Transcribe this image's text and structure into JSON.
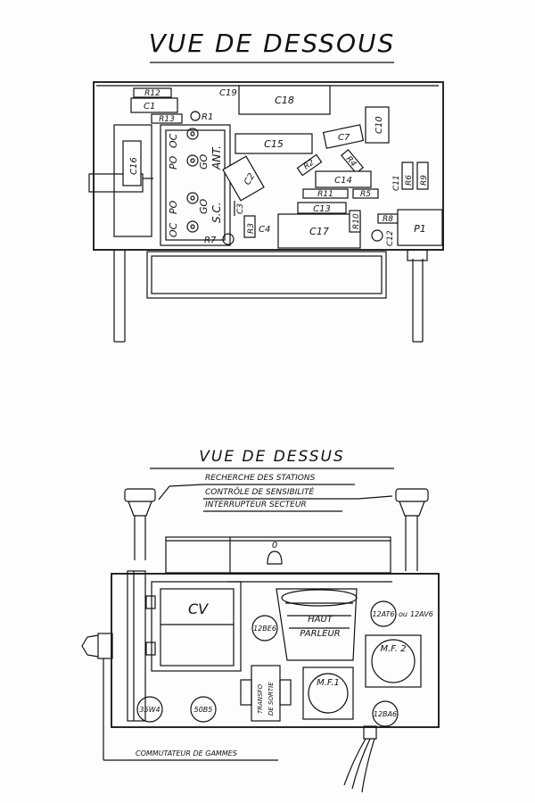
{
  "top": {
    "title": "VUE DE DESSOUS",
    "components": {
      "r12": "R12",
      "c1": "C1",
      "r13": "R13",
      "r1": "R1",
      "c19": "C19",
      "c18": "C18",
      "c10": "C10",
      "c7": "C7",
      "c15": "C15",
      "c16": "C16",
      "c2": "C2",
      "r2": "R2",
      "r4": "R4",
      "c14": "C14",
      "c11": "C11",
      "r6": "R6",
      "r9": "R9",
      "r11": "R11",
      "r5": "R5",
      "c13": "C13",
      "c3": "C3",
      "r3": "R3",
      "c4": "C4",
      "c17": "C17",
      "r10": "R10",
      "r8": "R8",
      "p1": "P1",
      "c12": "C12",
      "r7": "R7"
    },
    "switch": {
      "oc1": "OC",
      "pogo1": "PO",
      "go1": "GO",
      "pogo2": "PO",
      "go2": "GO",
      "oc2": "OC",
      "sc": "S.C.",
      "ant": "ANT."
    }
  },
  "bottom": {
    "title": "VUE DE DESSUS",
    "controls": {
      "recherche": "RECHERCHE DES STATIONS",
      "controle": "CONTRÔLE DE SENSIBILITÉ",
      "interrupteur": "INTERRUPTEUR SECTEUR",
      "commutateur": "COMMUTATEUR DE GAMMES"
    },
    "parts": {
      "cv": "CV",
      "tube_12be6": "12BE6",
      "haut": "HAUT",
      "parleur": "PARLEUR",
      "tube_12at6": "12AT6",
      "ou": "ou",
      "tube_12av6": "12AV6",
      "mf2": "M.F. 2",
      "mf1": "M.F.1",
      "transfo1": "TRANSFO",
      "transfo2": "DE SORTIE",
      "tube_35w4": "35W4",
      "tube_50b5": "50B5",
      "tube_12ba6": "12BA6",
      "scale_zero": "0"
    }
  }
}
